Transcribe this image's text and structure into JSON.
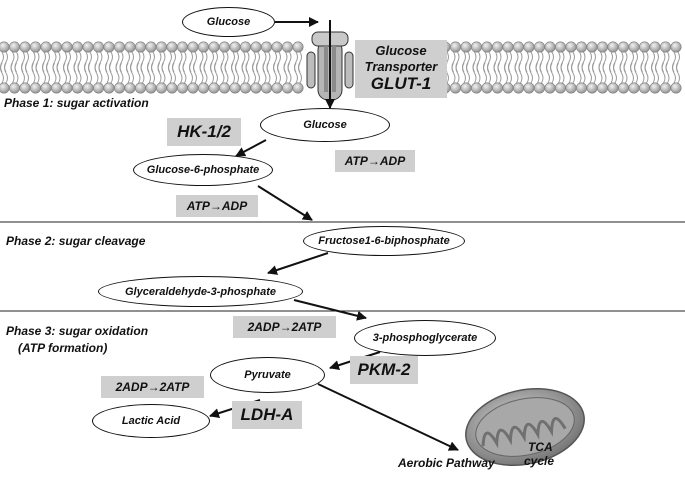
{
  "phases": {
    "p1": "Phase 1: sugar activation",
    "p2": "Phase 2: sugar cleavage",
    "p3_line1": "Phase 3: sugar oxidation",
    "p3_line2": "(ATP formation)"
  },
  "molecules": {
    "glucose_outside": "Glucose",
    "glucose_inside": "Glucose",
    "g6p": "Glucose-6-phosphate",
    "f16bp": "Fructose1-6-biphosphate",
    "g3p": "Glyceraldehyde-3-phosphate",
    "pg3": "3-phosphoglycerate",
    "pyruvate": "Pyruvate",
    "lactic": "Lactic Acid"
  },
  "transporter": {
    "line1": "Glucose",
    "line2": "Transporter",
    "name": "GLUT-1"
  },
  "enzymes": {
    "hk": "HK-1/2",
    "pkm": "PKM-2",
    "ldh": "LDH-A"
  },
  "energy": {
    "atp1": "ATP→ADP",
    "atp2": "ATP→ADP",
    "adp1": "2ADP→2ATP",
    "adp2": "2ADP→2ATP"
  },
  "aerobic": "Aerobic Pathway",
  "tca_line1": "TCA",
  "tca_line2": "cycle",
  "colors": {
    "box": "#cfcfcf",
    "membrane": "#9a9a9a",
    "mitochondrion": "#8c8c8c"
  }
}
